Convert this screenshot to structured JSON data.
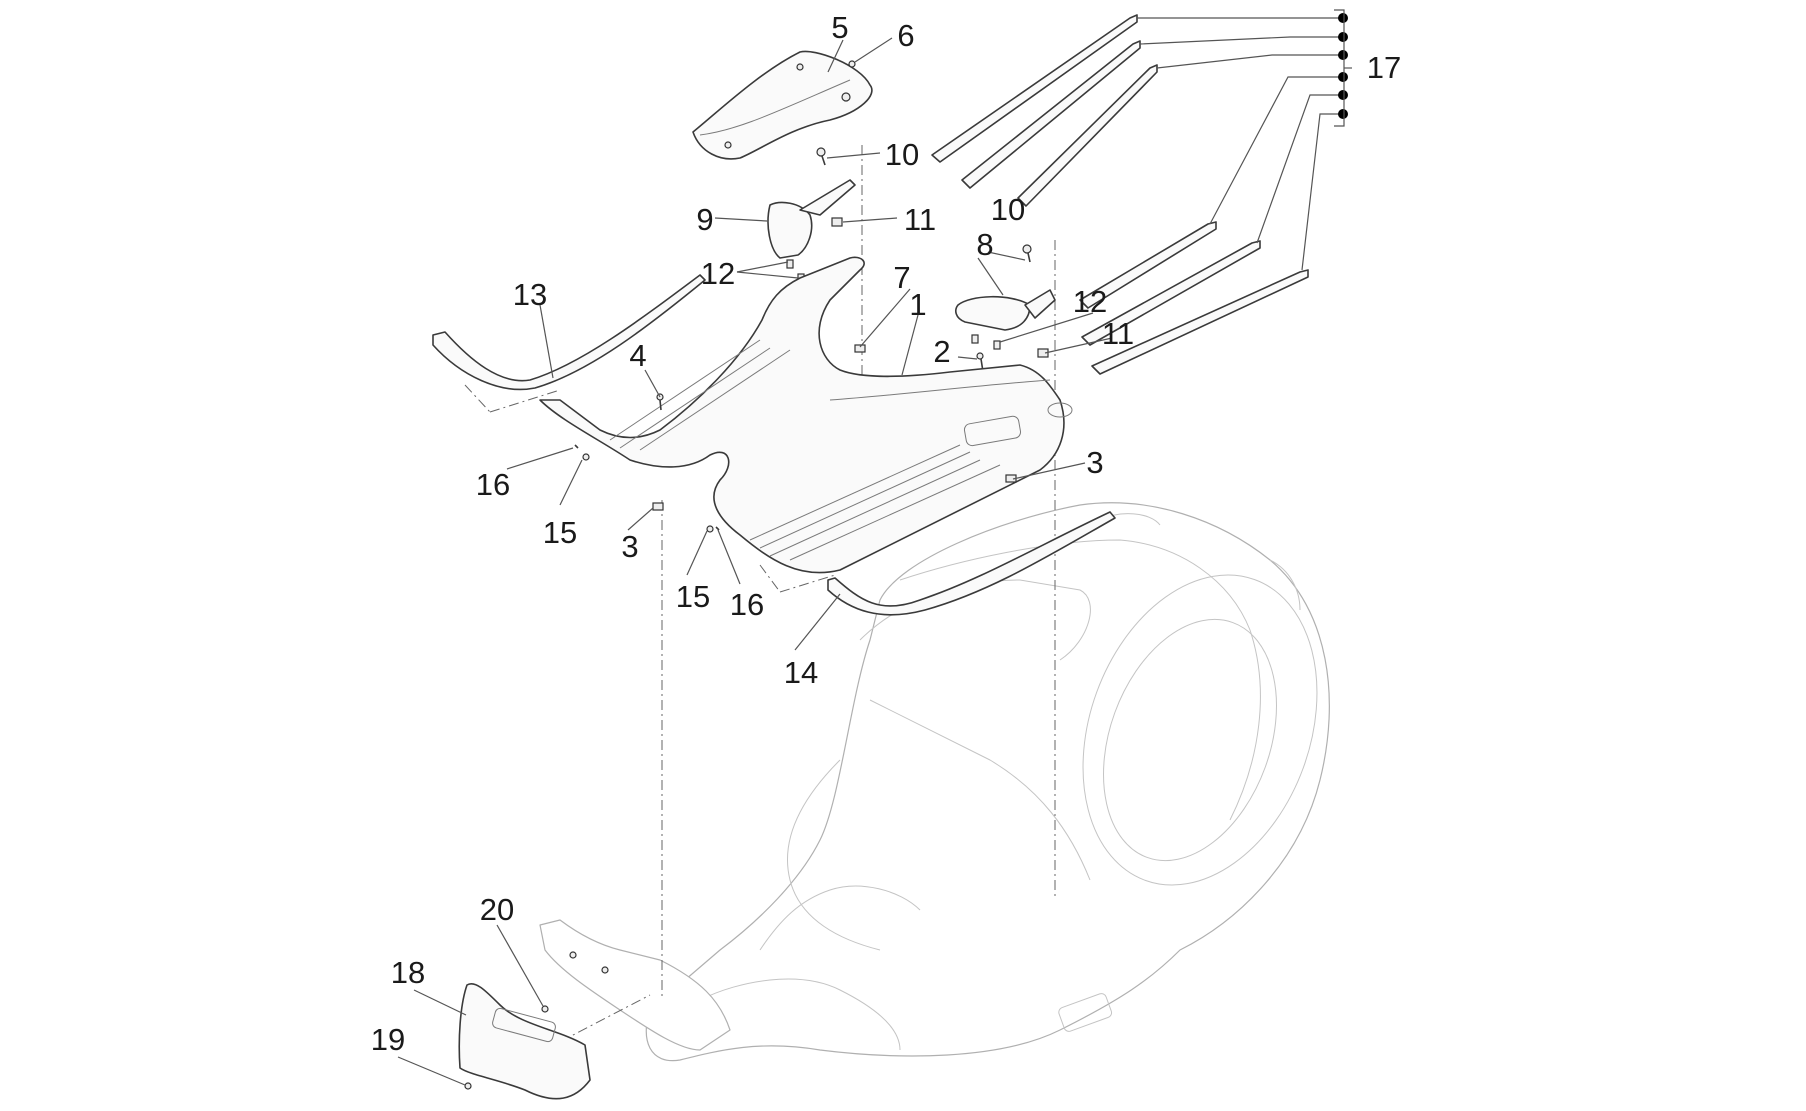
{
  "diagram": {
    "type": "exploded-parts-diagram",
    "subject": "scooter floor panel / footrest assembly",
    "callouts": [
      {
        "id": "1",
        "label": "1"
      },
      {
        "id": "2",
        "label": "2"
      },
      {
        "id": "3a",
        "label": "3"
      },
      {
        "id": "3b",
        "label": "3"
      },
      {
        "id": "4",
        "label": "4"
      },
      {
        "id": "5",
        "label": "5"
      },
      {
        "id": "6",
        "label": "6"
      },
      {
        "id": "7",
        "label": "7"
      },
      {
        "id": "8",
        "label": "8"
      },
      {
        "id": "9",
        "label": "9"
      },
      {
        "id": "10a",
        "label": "10"
      },
      {
        "id": "10b",
        "label": "10"
      },
      {
        "id": "11a",
        "label": "11"
      },
      {
        "id": "11b",
        "label": "11"
      },
      {
        "id": "12a",
        "label": "12"
      },
      {
        "id": "12b",
        "label": "12"
      },
      {
        "id": "13",
        "label": "13"
      },
      {
        "id": "14",
        "label": "14"
      },
      {
        "id": "15a",
        "label": "15"
      },
      {
        "id": "15b",
        "label": "15"
      },
      {
        "id": "16a",
        "label": "16"
      },
      {
        "id": "16b",
        "label": "16"
      },
      {
        "id": "17",
        "label": "17"
      },
      {
        "id": "18",
        "label": "18"
      },
      {
        "id": "19",
        "label": "19"
      },
      {
        "id": "20",
        "label": "20"
      }
    ],
    "group_17_marker_count": 6
  }
}
